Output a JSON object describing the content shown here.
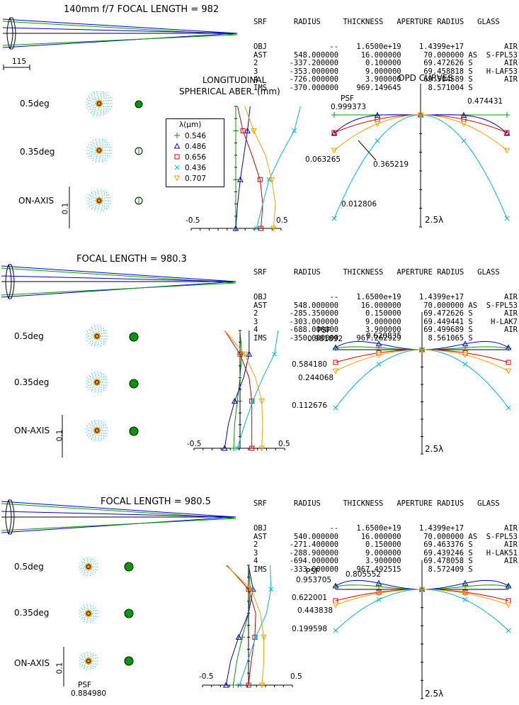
{
  "colors": {
    "c546": "#009a00",
    "c486": "#0000cc",
    "c656": "#cc0000",
    "c436": "#00b8c8",
    "c707": "#f0a000",
    "axis": "#000000"
  },
  "table_header": {
    "srf": "SRF",
    "radius": "RADIUS",
    "thickness": "THICKNESS",
    "aperture": "APERTURE RADIUS",
    "glass": "GLASS"
  },
  "legend": {
    "title": "λ(μm)",
    "items": [
      "0.546",
      "0.486",
      "0.656",
      "0.436",
      "0.707"
    ]
  },
  "headings": {
    "spherical": [
      "LONGITUDINAL",
      "SPHERICAL ABER. (mm)"
    ],
    "opd": "OPD CURVES"
  },
  "scale_bar": "115",
  "field_labels": [
    "0.5deg",
    "0.35deg",
    "ON-AXIS"
  ],
  "spot_scale": "0.1",
  "axis_labels": {
    "neg": "-0.5",
    "pos": "0.5",
    "opd_scale": "2.5λ",
    "psf": "PSF"
  },
  "designs": [
    {
      "title": "140mm f/7  FOCAL LENGTH = 982",
      "rows": [
        [
          "OBJ",
          "--",
          "1.6500e+19",
          "1.4399e+17",
          "AIR"
        ],
        [
          "AST",
          "548.000000",
          "16.000000",
          "70.000000 AS",
          "S-FPL53"
        ],
        [
          "2",
          "-337.200000",
          "0.100000",
          "69.472626 S",
          "AIR"
        ],
        [
          "3",
          "-353.000000",
          "9.000000",
          "69.458818 S",
          "H-LAF53"
        ],
        [
          "4",
          "-726.000000",
          "3.900000",
          "69.504589 S",
          "AIR"
        ],
        [
          "IMS",
          "-370.000000",
          "969.149645",
          "8.571004 S",
          ""
        ]
      ],
      "psf_values": [
        "0.999373",
        "0.474431",
        "0.063265",
        "0.365219",
        "0.012806"
      ]
    },
    {
      "title": "FOCAL LENGTH = 980.3",
      "rows": [
        [
          "OBJ",
          "--",
          "1.6500e+19",
          "1.4399e+17",
          "AIR"
        ],
        [
          "AST",
          "548.000000",
          "16.000000",
          "70.000000 AS",
          "S-FPL53"
        ],
        [
          "2",
          "-285.350000",
          "0.150000",
          "69.472626 S",
          "AIR"
        ],
        [
          "3",
          "-303.000000",
          "9.000000",
          "69.449441 S",
          "H-LAK7"
        ],
        [
          "4",
          "-688.000000",
          "3.900000",
          "69.499689 S",
          "AIR"
        ],
        [
          "IMS",
          "-350.000000",
          "967.262929",
          "8.561065 S",
          ""
        ]
      ],
      "psf_values": [
        "0.981892",
        "0.620835",
        "0.584180",
        "0.244068",
        "0.112676"
      ]
    },
    {
      "title": "FOCAL LENGTH = 980.5",
      "rows": [
        [
          "OBJ",
          "--",
          "1.6500e+19",
          "1.4399e+17",
          "AIR"
        ],
        [
          "AST",
          "540.000000",
          "16.000000",
          "70.000000 AS",
          "S-FPL53"
        ],
        [
          "2",
          "-271.400000",
          "0.150000",
          "69.463376 S",
          "AIR"
        ],
        [
          "3",
          "-288.900000",
          "9.000000",
          "69.439246 S",
          "H-LAK51"
        ],
        [
          "4",
          "-694.000000",
          "3.900000",
          "69.478058 S",
          "AIR"
        ],
        [
          "IMS",
          "-333.000000",
          "967.492515",
          "8.572409 S",
          ""
        ]
      ],
      "psf_values": [
        "0.953705",
        "0.805552",
        "0.622001",
        "0.443838",
        "0.199598"
      ],
      "onaxis_psf": "0.884980"
    }
  ]
}
